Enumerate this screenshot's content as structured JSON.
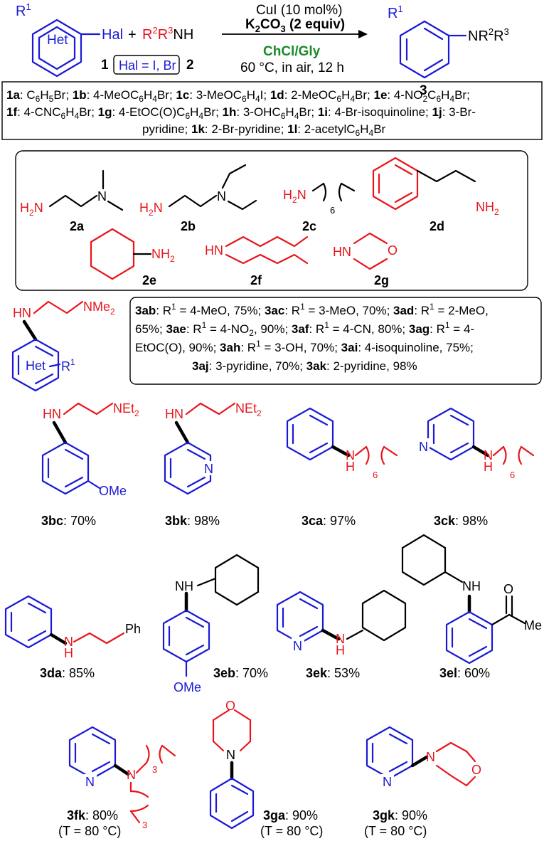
{
  "reaction": {
    "r1": "R",
    "r1_sup": "1",
    "het": "Het",
    "hal": "Hal",
    "plus": "+",
    "amine_r2": "R",
    "amine_r2_sup": "2",
    "amine_r3": "R",
    "amine_r3_sup": "3",
    "amine_nh": "NH",
    "label_1": "1",
    "label_2": "2",
    "hal_box": "Hal = I, Br",
    "cond_1": "CuI (10 mol%)",
    "cond_2a": "K",
    "cond_2b": "2",
    "cond_2c": "CO",
    "cond_2d": "3",
    "cond_2e": " (2 equiv)",
    "cond_3": "ChCl/Gly",
    "cond_4": "60 °C, in air, 12 h",
    "prod_n": "NR",
    "prod_r2": "2",
    "prod_r": "R",
    "prod_r3": "3",
    "label_3": "3"
  },
  "halides": [
    {
      "id": "1a",
      "text": ": C6H5Br; "
    },
    {
      "id": "1b",
      "text": ": 4-MeOC6H4Br; "
    },
    {
      "id": "1c",
      "text": ": 3-MeOC6H4I; "
    },
    {
      "id": "1d",
      "text": ": 2-MeOC6H4Br; "
    },
    {
      "id": "1e",
      "text": ": 4-NO2C6H4Br;"
    },
    {
      "id": "1f",
      "text": ": 4-CNC6H4Br; "
    },
    {
      "id": "1g",
      "text": ": 4-EtOC(O)C6H4Br; "
    },
    {
      "id": "1h",
      "text": ": 3-OHC6H4Br; "
    },
    {
      "id": "1i",
      "text": ": 4-Br-isoquinoline; "
    },
    {
      "id": "1j",
      "text": ": 3-Br-"
    },
    {
      "id": "1j_cont",
      "text": "pyridine; "
    },
    {
      "id": "1k",
      "text": ": 2-Br-pyridine; "
    },
    {
      "id": "1l",
      "text": ": 2-acetylC6H4Br"
    }
  ],
  "amines": {
    "h2n": "H",
    "h2n_sub": "2",
    "n": "N",
    "nh2_n": "NH",
    "nh2_sub": "2",
    "hn": "HN",
    "o": "O",
    "six": "6",
    "labels": [
      "2a",
      "2b",
      "2c",
      "2d",
      "2e",
      "2f",
      "2g"
    ]
  },
  "generic_3a": {
    "hn": "HN",
    "nme2": "NMe",
    "nme2_sub": "2",
    "het": "Het",
    "r": "R",
    "r_sup": "1"
  },
  "series_3a": [
    {
      "id": "3ab",
      "text": ": R"
    },
    {
      "sup": "1",
      "text": " = 4-MeO, 75%; "
    },
    {
      "id": "3ac",
      "text": ": R"
    },
    {
      "sup": "1",
      "text": " = 3-MeO, 70%; "
    },
    {
      "id": "3ad",
      "text": ": R"
    },
    {
      "sup": "1",
      "text": " = 2-MeO,"
    }
  ],
  "series_3a_lines": {
    "line2_a": "65%; ",
    "line2_id1": "3ae",
    "line2_b": ": R",
    "line2_b_sup": "1",
    "line2_c": " = 4-NO",
    "line2_c_sub": "2",
    "line2_d": ", 90%; ",
    "line2_id2": "3af",
    "line2_e": ": R",
    "line2_e_sup": "1",
    "line2_f": " = 4-CN, 80%; ",
    "line2_id3": "3ag",
    "line2_g": ": R",
    "line2_g_sup": "1",
    "line2_h": " = 4-",
    "line3_a": "EtOC(O), 90%; ",
    "line3_id1": "3ah",
    "line3_b": ": R",
    "line3_b_sup": "1",
    "line3_c": " = 3-OH, 70%; ",
    "line3_id2": "3ai",
    "line3_d": ": 4-isoquinoline, 75%;",
    "line4_id1": "3aj",
    "line4_a": ": 3-pyridine, 70%; ",
    "line4_id2": "3ak",
    "line4_b": ": 2-pyridine, 98%"
  },
  "products": [
    {
      "id": "3bc",
      "yield": ": 70%"
    },
    {
      "id": "3bk",
      "yield": ": 98%"
    },
    {
      "id": "3ca",
      "yield": ": 97%"
    },
    {
      "id": "3ck",
      "yield": ": 98%"
    },
    {
      "id": "3da",
      "yield": ": 85%"
    },
    {
      "id": "3eb",
      "yield": ": 70%"
    },
    {
      "id": "3ek",
      "yield": ": 53%"
    },
    {
      "id": "3el",
      "yield": ": 60%"
    },
    {
      "id": "3fk",
      "yield": ": 80%",
      "cond": "(T = 80 °C)"
    },
    {
      "id": "3ga",
      "yield": ": 90%",
      "cond": "(T = 80 °C)"
    },
    {
      "id": "3gk",
      "yield": ": 90%",
      "cond": "(T = 80 °C)"
    }
  ],
  "atoms": {
    "hn": "HN",
    "h": "H",
    "n": "N",
    "net2": "NEt",
    "net2_sub": "2",
    "ome": "OMe",
    "six": "6",
    "three": "3",
    "ph": "Ph",
    "nh": "NH",
    "me": "Me",
    "o": "O"
  },
  "colors": {
    "aryl": "#1a1ad6",
    "amine": "#e8151b",
    "solvent": "#1a8a2a",
    "text": "#000000"
  }
}
